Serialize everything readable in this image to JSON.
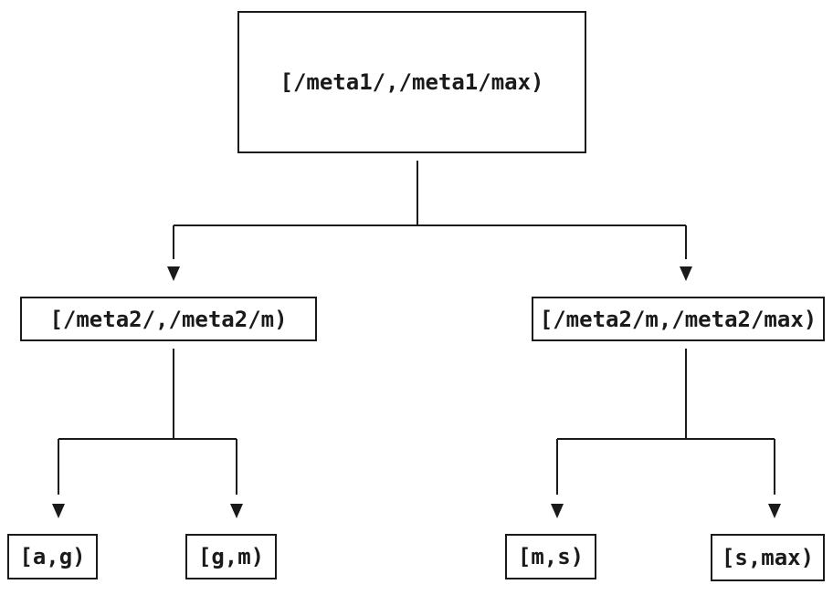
{
  "diagram": {
    "type": "tree",
    "nodes": {
      "root": {
        "label": "[/meta1/,/meta1/max)"
      },
      "left": {
        "label": "[/meta2/,/meta2/m)"
      },
      "right": {
        "label": "[/meta2/m,/meta2/max)"
      },
      "leaf_ag": {
        "label": "[a,g)"
      },
      "leaf_gm": {
        "label": "[g,m)"
      },
      "leaf_ms": {
        "label": "[m,s)"
      },
      "leaf_smax": {
        "label": "[s,max)"
      }
    },
    "edges": [
      {
        "from": "root",
        "to": "left"
      },
      {
        "from": "root",
        "to": "right"
      },
      {
        "from": "left",
        "to": "leaf_ag"
      },
      {
        "from": "left",
        "to": "leaf_gm"
      },
      {
        "from": "right",
        "to": "leaf_ms"
      },
      {
        "from": "right",
        "to": "leaf_smax"
      }
    ],
    "colors": {
      "line": "#1a1a1a",
      "background": "#ffffff",
      "text": "#1a1a1a"
    }
  }
}
